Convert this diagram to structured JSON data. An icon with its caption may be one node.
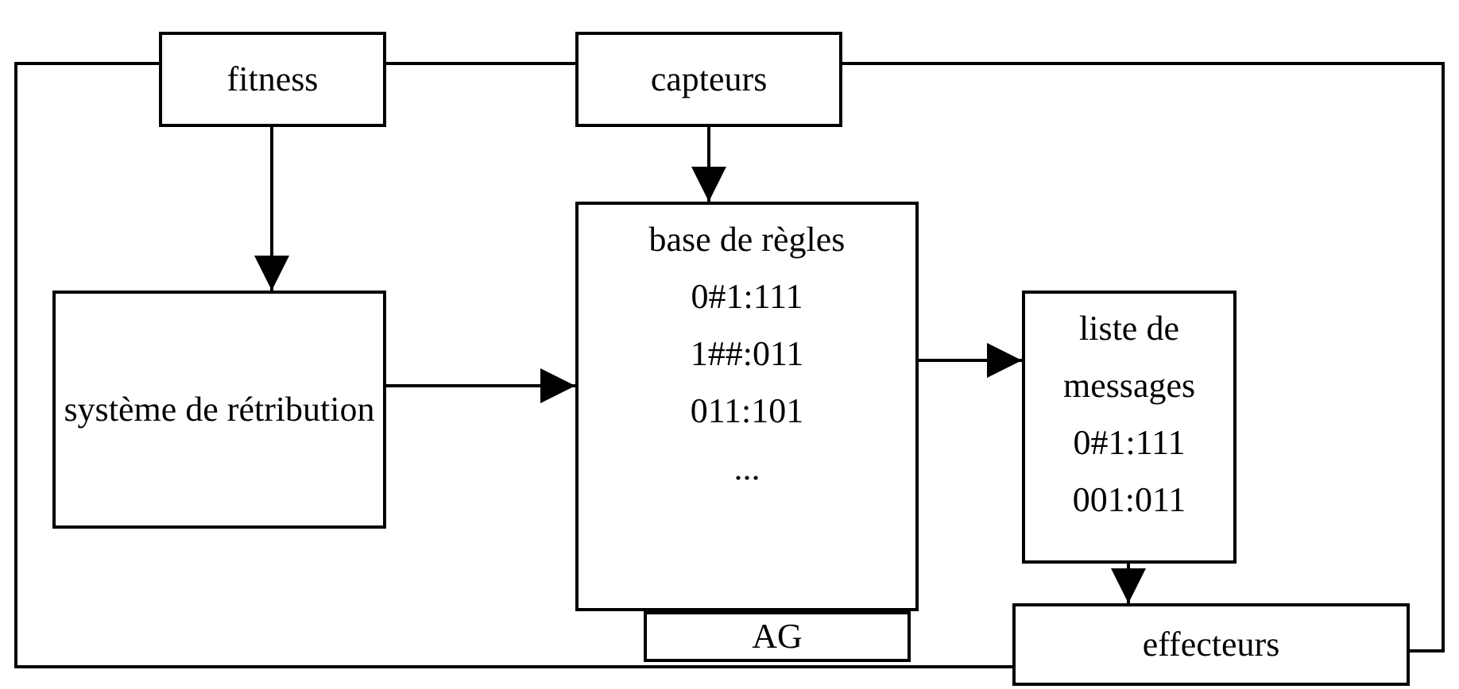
{
  "diagram": {
    "nodes": [
      {
        "text": [
          "fitness"
        ]
      },
      {
        "text": [
          "capteurs"
        ]
      },
      {
        "text": [
          "système de rétribution"
        ]
      },
      {
        "text": [
          "base de règles",
          "0#1:111",
          "1##:011",
          "011:101",
          "..."
        ]
      },
      {
        "text": [
          "AG"
        ]
      },
      {
        "text": [
          "liste de messages",
          "0#1:111",
          "001:011"
        ]
      },
      {
        "text": [
          "effecteurs"
        ]
      }
    ],
    "edges": [
      {
        "from": 0,
        "to": 2,
        "arrow": "to"
      },
      {
        "from": 1,
        "to": 3,
        "arrow": "to"
      },
      {
        "from": 2,
        "to": 3,
        "arrow": "to"
      },
      {
        "from": 3,
        "to": 5,
        "arrow": "to"
      },
      {
        "from": 5,
        "to": 6,
        "arrow": "to"
      },
      {
        "from": 0,
        "to": 1,
        "arrow": "none"
      },
      {
        "from": 1,
        "to": 6,
        "arrow": "none"
      },
      {
        "from": 0,
        "to": 6,
        "arrow": "none"
      }
    ]
  }
}
